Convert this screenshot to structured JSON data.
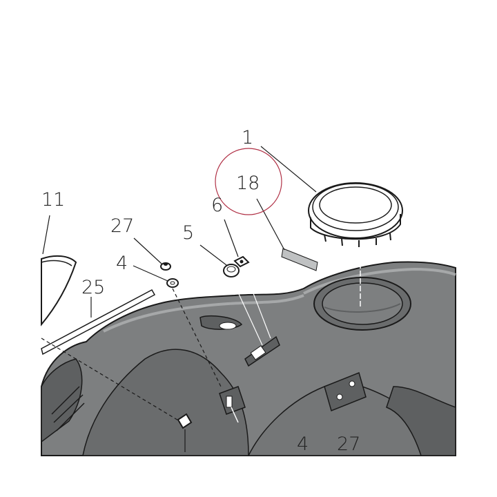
{
  "diagram": {
    "callouts": {
      "c1": "1",
      "c18": "18",
      "c11": "11",
      "c6": "6",
      "c27_top": "27",
      "c5": "5",
      "c4_left": "4",
      "c25": "25",
      "c4_bottom": "4",
      "c27_bottom": "27"
    },
    "colors": {
      "tank_fill": "#7d7f80",
      "tank_shade": "#5e6061",
      "tank_highlight": "#a6a8a9",
      "outline": "#1a1a1a",
      "highlight_circle": "#b03045",
      "background": "#ffffff"
    }
  }
}
